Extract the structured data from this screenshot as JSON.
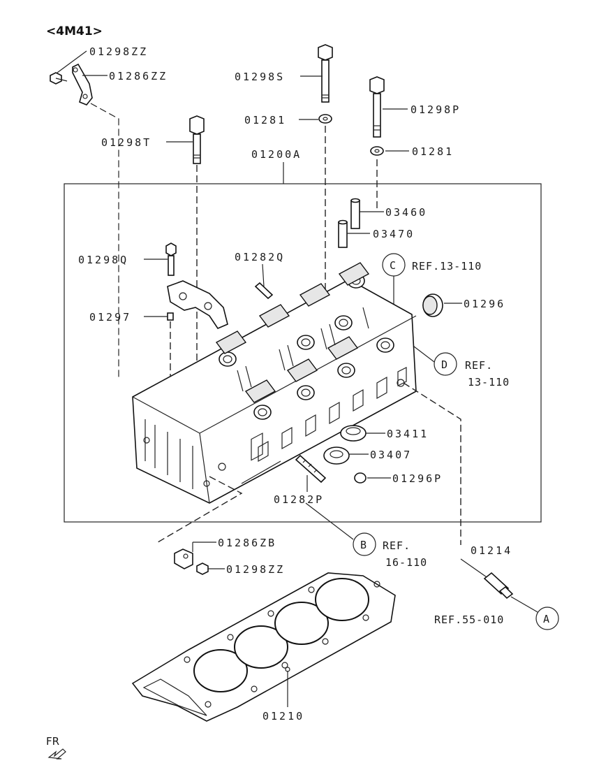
{
  "title": "<4M41>",
  "fr_label": "FR",
  "parts": {
    "p01298ZZ_top": "01298ZZ",
    "p01286ZZ": "01286ZZ",
    "p01298S": "01298S",
    "p01281_a": "01281",
    "p01298P": "01298P",
    "p01298T": "01298T",
    "p01200A": "01200A",
    "p01281_b": "01281",
    "p03460": "03460",
    "p03470": "03470",
    "p01298Q": "01298Q",
    "p01282Q": "01282Q",
    "p01297": "01297",
    "p01296": "01296",
    "p03411": "03411",
    "p03407": "03407",
    "p01296P": "01296P",
    "p01282P": "01282P",
    "p01286ZB": "01286ZB",
    "p01298ZZ_bottom": "01298ZZ",
    "p01214": "01214",
    "p01210": "01210"
  },
  "refs": {
    "c_letter": "C",
    "c_text": "REF.13-110",
    "d_letter": "D",
    "d_text_1": "REF.",
    "d_text_2": "13-110",
    "b_letter": "B",
    "b_text_1": "REF.",
    "b_text_2": "16-110",
    "a_letter": "A",
    "a_text": "REF.55-010"
  },
  "icons": {
    "fr_arrow": "fr-arrow-icon",
    "cylinder_head": "cylinder-head-drawing",
    "head_gasket": "head-gasket-drawing"
  },
  "colors": {
    "ink": "#111111",
    "background": "#ffffff"
  }
}
